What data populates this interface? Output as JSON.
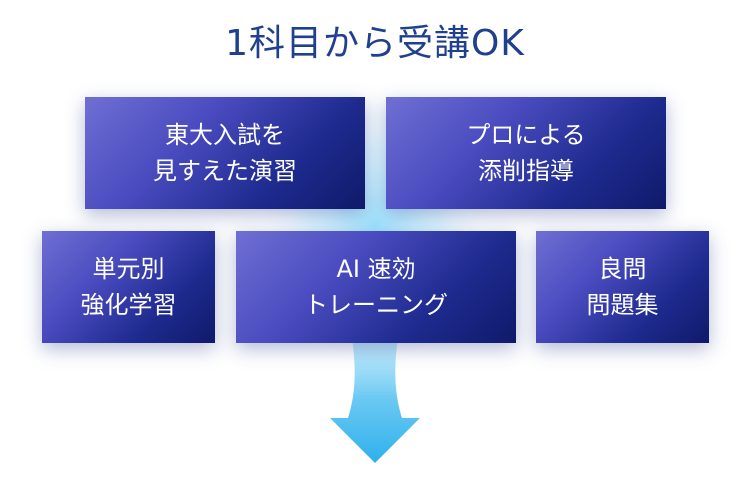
{
  "title": "1科目から受講OK",
  "colors": {
    "title": "#1f3f8f",
    "box_gradient_start": "#6f6fd3",
    "box_gradient_end": "#0f1a6a",
    "arrow": "#3fb6ee"
  },
  "boxes": [
    {
      "line1": "東大入試を",
      "line2": "見すえた演習"
    },
    {
      "line1": "プロによる",
      "line2": "添削指導"
    },
    {
      "line1": "単元別",
      "line2": "強化学習"
    },
    {
      "line1": "AI 速効",
      "line2": "トレーニング"
    },
    {
      "line1": "良問",
      "line2": "問題集"
    }
  ],
  "arrow_icon": "arrow-down-icon"
}
